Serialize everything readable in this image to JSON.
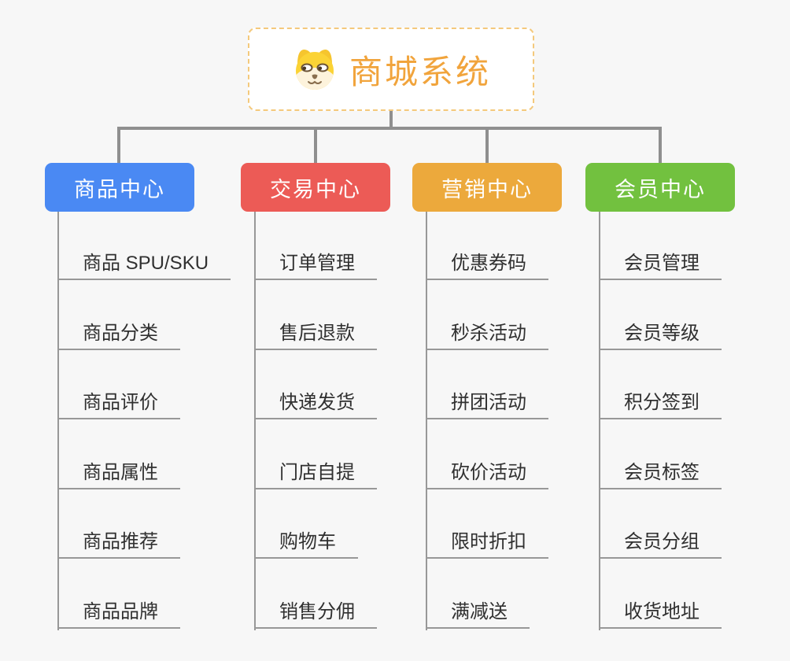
{
  "page": {
    "background": "#f7f7f7",
    "connector_color": "#8f8f8f",
    "leaf_line_color": "#989898"
  },
  "root": {
    "title": "商城系统",
    "icon": "dog-face-icon",
    "text_color": "#f1a43c",
    "border_color": "#f4c97c",
    "background": "#ffffff"
  },
  "branches": [
    {
      "label": "商品中心",
      "color": "#4a89f3",
      "items": [
        "商品 SPU/SKU",
        "商品分类",
        "商品评价",
        "商品属性",
        "商品推荐",
        "商品品牌"
      ]
    },
    {
      "label": "交易中心",
      "color": "#ec5b56",
      "items": [
        "订单管理",
        "售后退款",
        "快递发货",
        "门店自提",
        "购物车",
        "销售分佣"
      ]
    },
    {
      "label": "营销中心",
      "color": "#eca93c",
      "items": [
        "优惠券码",
        "秒杀活动",
        "拼团活动",
        "砍价活动",
        "限时折扣",
        "满减送"
      ]
    },
    {
      "label": "会员中心",
      "color": "#72c13f",
      "items": [
        "会员管理",
        "会员等级",
        "积分签到",
        "会员标签",
        "会员分组",
        "收货地址"
      ]
    }
  ]
}
